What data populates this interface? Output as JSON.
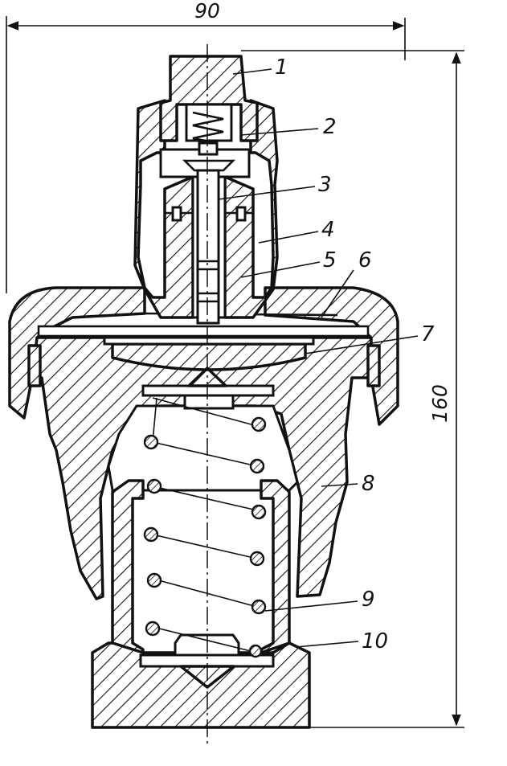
{
  "dimensions": {
    "width": "90",
    "height": "160"
  },
  "callouts": [
    {
      "id": "1",
      "text": "1"
    },
    {
      "id": "2",
      "text": "2"
    },
    {
      "id": "3",
      "text": "3"
    },
    {
      "id": "4",
      "text": "4"
    },
    {
      "id": "5",
      "text": "5"
    },
    {
      "id": "6",
      "text": "6"
    },
    {
      "id": "7",
      "text": "7"
    },
    {
      "id": "8",
      "text": "8"
    },
    {
      "id": "9",
      "text": "9"
    },
    {
      "id": "10",
      "text": "10"
    }
  ]
}
